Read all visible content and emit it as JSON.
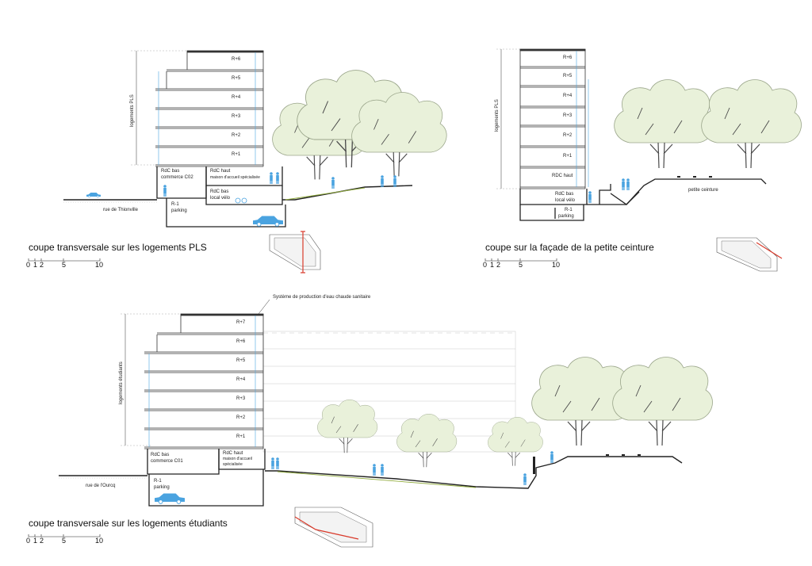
{
  "colors": {
    "accent_blue": "#4aa3e0",
    "section_red": "#d93a2b",
    "tree_fill": "#e9f1da",
    "tree_stroke": "#9aa58a",
    "green_line": "#8faa3c"
  },
  "sections": [
    {
      "title": "coupe transversale sur les logements PLS",
      "vertical_label": "logements PLS",
      "floors": [
        "R+6",
        "R+5",
        "R+4",
        "R+3",
        "R+2",
        "R+1"
      ],
      "ground": {
        "rdc_bas": [
          "RdC bas",
          "commerce C02"
        ],
        "rdc_haut": [
          "RdC haut",
          "maison d'accueil spécialisée"
        ],
        "rdc_bas_velo": [
          "RdC bas",
          "local vélo"
        ],
        "parking": [
          "R-1",
          "parking"
        ]
      },
      "street": "rue de Thionville",
      "scale": [
        "0",
        "1",
        "2",
        "5",
        "10"
      ]
    },
    {
      "title": "coupe sur la façade de la petite ceinture",
      "vertical_label": "logements PLS",
      "floors": [
        "R+6",
        "R+5",
        "R+4",
        "R+3",
        "R+2",
        "R+1",
        "RDC haut"
      ],
      "ground": {
        "rdc_bas_velo": [
          "RdC bas",
          "local vélo"
        ],
        "parking": [
          "R-1",
          "parking"
        ]
      },
      "rail": "petite ceinture",
      "scale": [
        "0",
        "1",
        "2",
        "5",
        "10"
      ]
    },
    {
      "title": "coupe transversale sur les logements étudiants",
      "vertical_label": "logements étudiants",
      "annotation": "Système de production d'eau chaude sanitaire",
      "floors": [
        "R+7",
        "R+6",
        "R+5",
        "R+4",
        "R+3",
        "R+2",
        "R+1"
      ],
      "ground": {
        "rdc_bas": [
          "RdC bas",
          "commerce C01"
        ],
        "rdc_haut": [
          "RdC haut",
          "maison d'accueil",
          "spécialisée"
        ],
        "parking": [
          "R-1",
          "parking"
        ]
      },
      "street": "rue de l'Ourcq",
      "scale": [
        "0",
        "1",
        "2",
        "5",
        "10"
      ]
    }
  ]
}
